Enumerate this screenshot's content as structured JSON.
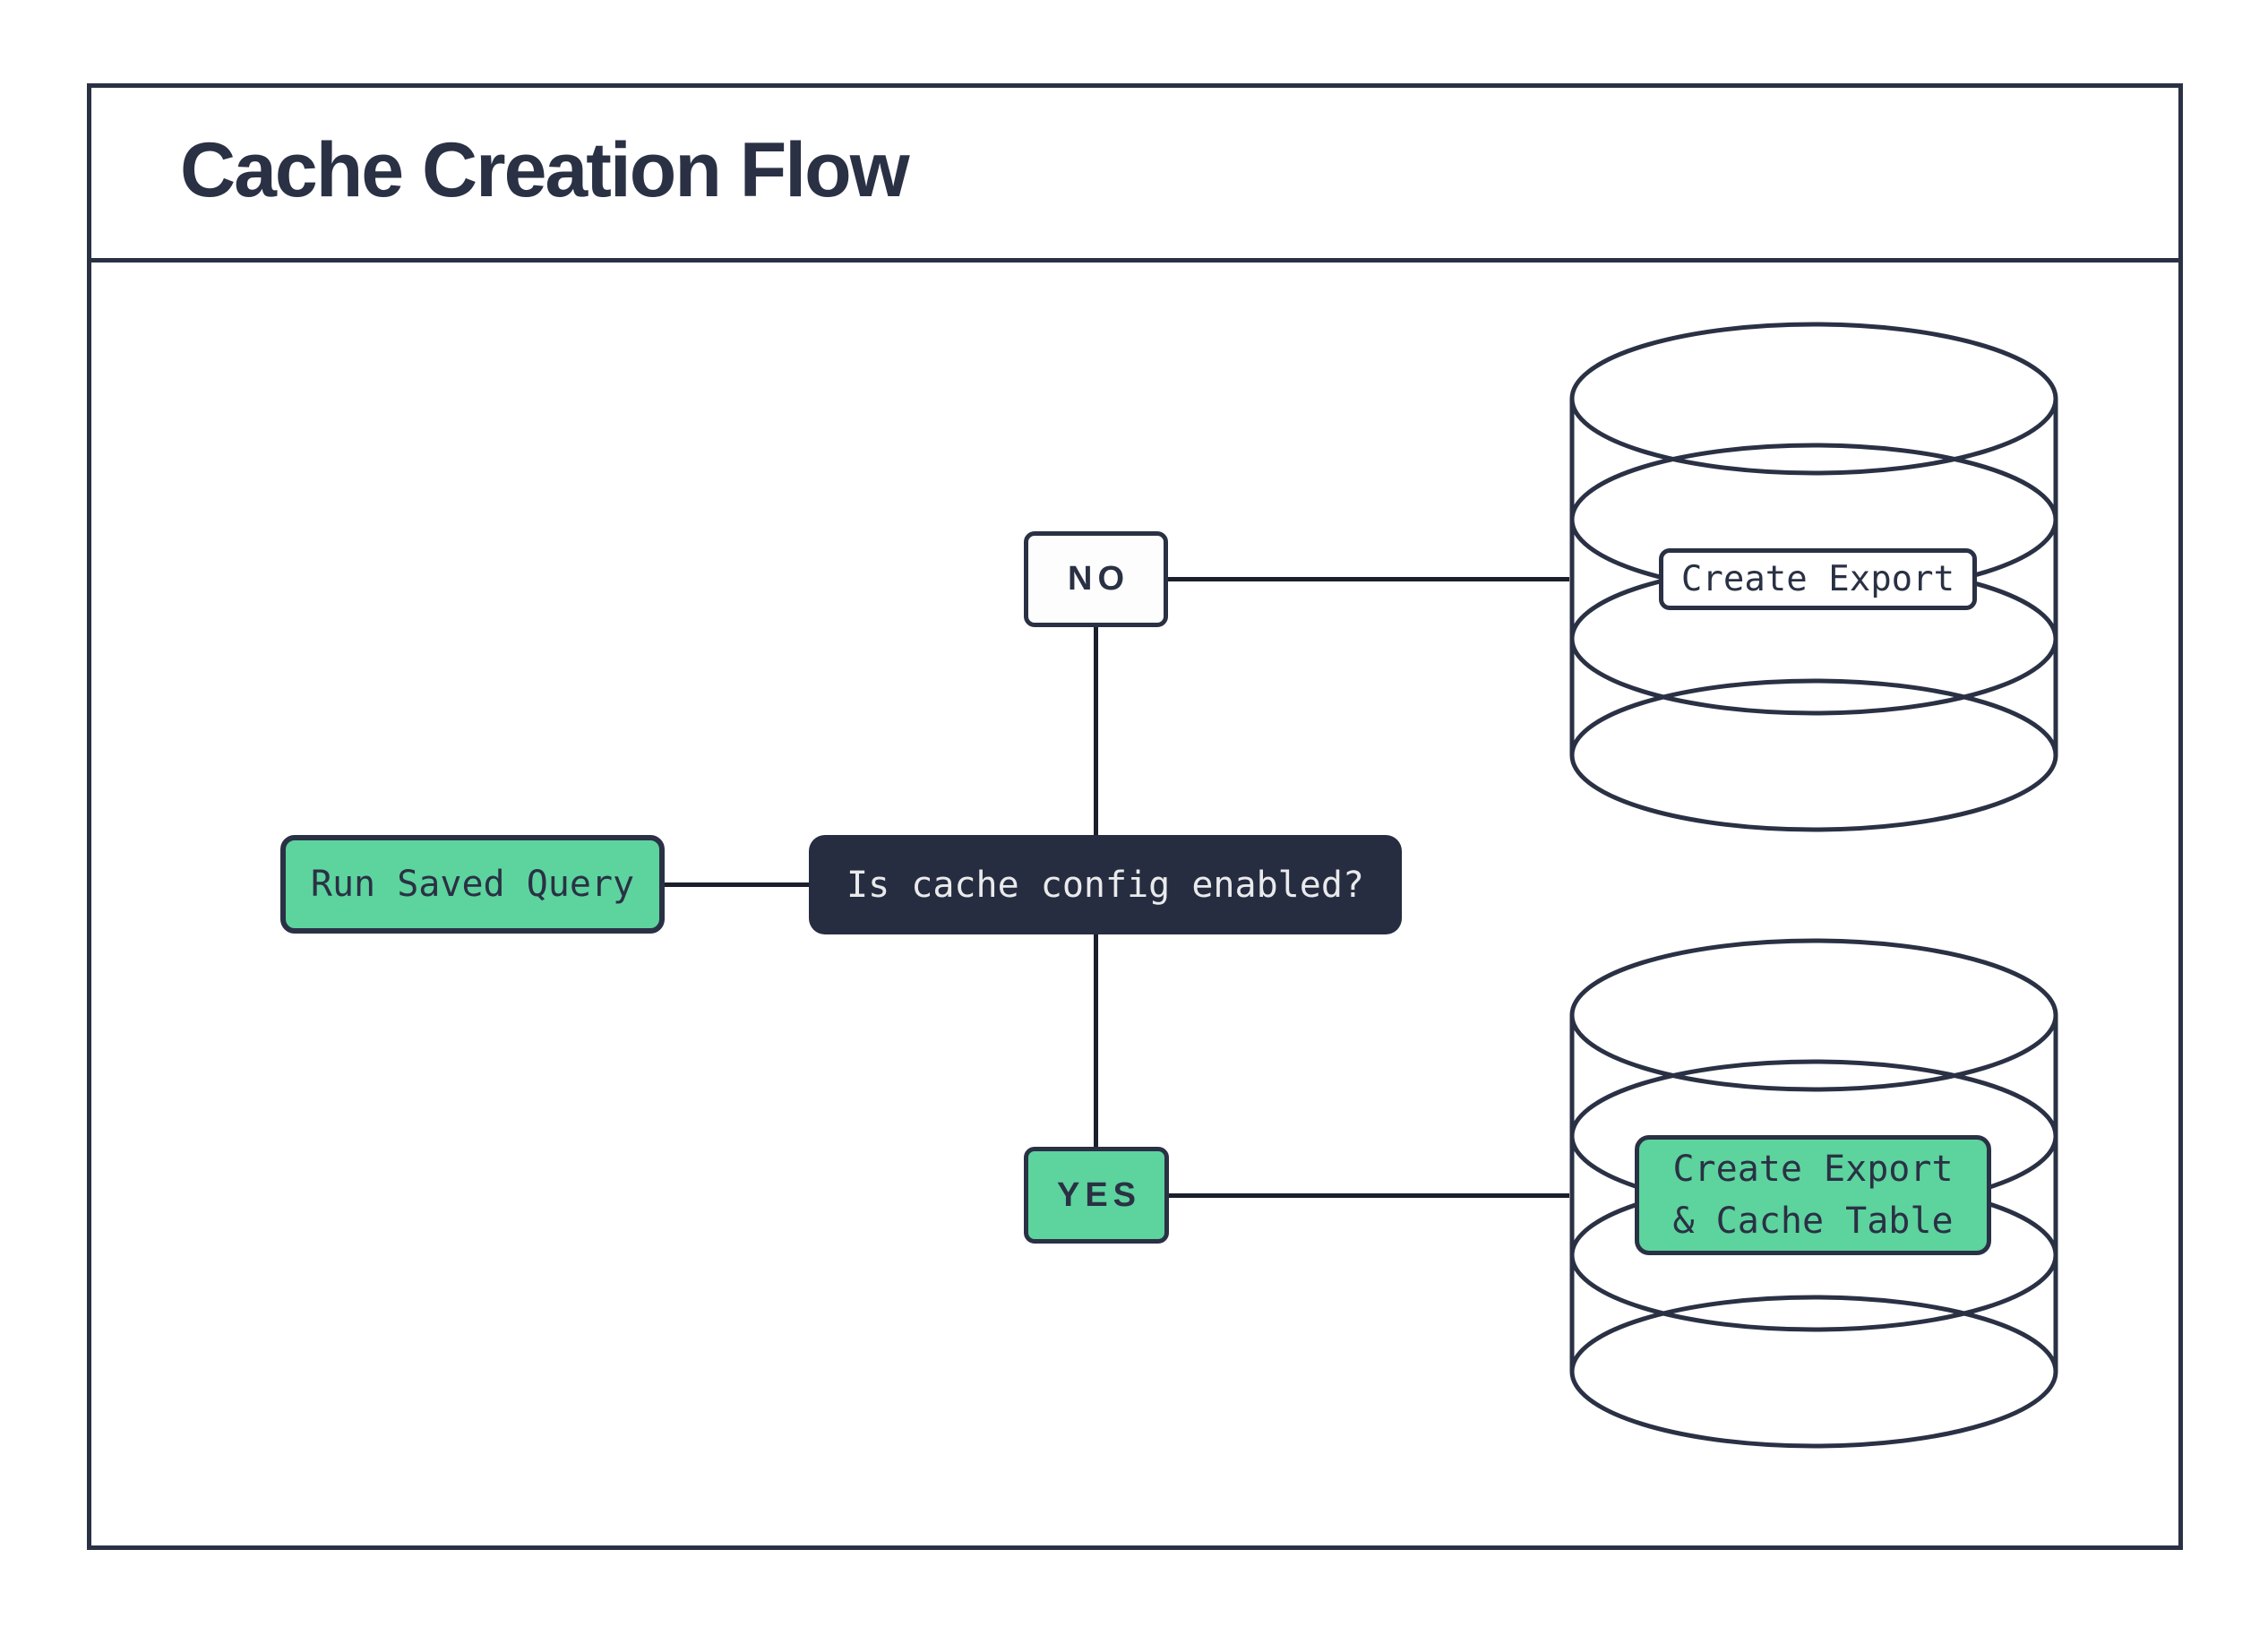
{
  "title": "Cache Creation Flow",
  "colors": {
    "ink": "#2A3144",
    "green": "#5DD39E",
    "panel": "#272D40",
    "lighttext": "#E9EAEC",
    "line": "#1A1F2B",
    "paper": "#FFFFFF"
  },
  "nodes": {
    "start": {
      "label": "Run Saved Query"
    },
    "decision": {
      "label": "Is cache config enabled?"
    },
    "no_branch": {
      "label": "NO"
    },
    "yes_branch": {
      "label": "YES"
    },
    "no_result": {
      "label": "Create Export"
    },
    "yes_result": {
      "line1": "Create Export",
      "line2": "& Cache Table"
    }
  }
}
